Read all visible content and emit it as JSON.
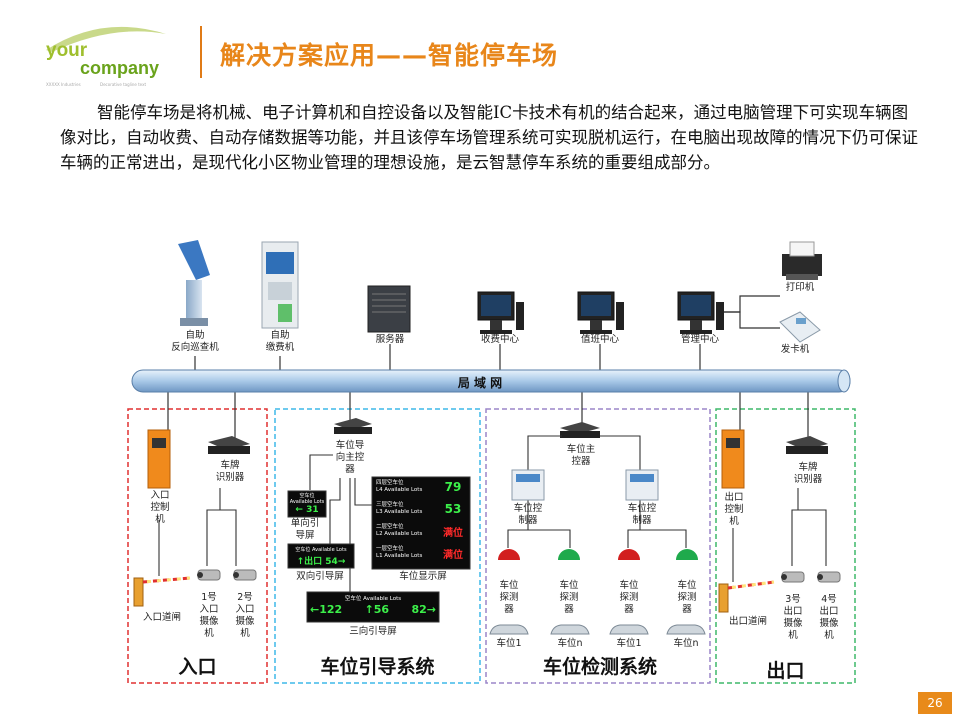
{
  "logo": {
    "word1": "your",
    "word2": "company",
    "small1": "XXXXX Industries",
    "small2": "Decorative tagline text"
  },
  "title": "解决方案应用——智能停车场",
  "paragraph": "智能停车场是将机械、电子计算机和自控设备以及智能IC卡技术有机的结合起来，通过电脑管理下可实现车辆图像对比，自动收费、自动存储数据等功能，并且该停车场管理系统可实现脱机运行，在电脑出现故障的情况下仍可保证车辆的正常进出，是现代化小区物业管理的理想设施，是云智慧停车系统的重要组成部分。",
  "network_label": "局 域 网",
  "devices_top": {
    "kiosk1": [
      "自助",
      "反向巡查机"
    ],
    "kiosk2": [
      "自助",
      "缴费机"
    ],
    "server": "服务器",
    "pc1": "收费中心",
    "pc2": "值班中心",
    "pc3": "管理中心",
    "printer": "打印机",
    "card_issuer": "发卡机"
  },
  "entry": {
    "section": "入口",
    "controller": [
      "入口",
      "控制",
      "机"
    ],
    "plate_reader": [
      "车牌",
      "识别器"
    ],
    "gate": "入口道闸",
    "cam1": [
      "1号",
      "入口",
      "摄像",
      "机"
    ],
    "cam2": [
      "2号",
      "入口",
      "摄像",
      "机"
    ]
  },
  "guide": {
    "section": "车位引导系统",
    "main_ctrl": [
      "车位导",
      "向主控",
      "器"
    ],
    "single_screen": [
      "单向引",
      "导屏"
    ],
    "single_sign": {
      "line1": "空车位",
      "line2": "Available Lots",
      "arrow": "←",
      "value": "31"
    },
    "double_screen": "双向引导屏",
    "double_sign": {
      "line1": "空车位 Available Lots",
      "exit": "↑出口",
      "value": "54→"
    },
    "display_screen": "车位显示屏",
    "display_rows": [
      {
        "cn": "四层空车位",
        "en": "L4 Available Lots",
        "val": "79"
      },
      {
        "cn": "三层空车位",
        "en": "L3 Available Lots",
        "val": "53"
      },
      {
        "cn": "二层空车位",
        "en": "L2 Available Lots",
        "val": "满位"
      },
      {
        "cn": "一层空车位",
        "en": "L1 Available Lots",
        "val": "满位"
      }
    ],
    "triple_screen": "三向引导屏",
    "triple_sign": {
      "line1": "空车位 Available Lots",
      "v1": "←122",
      "v2": "↑56",
      "v3": "82→"
    }
  },
  "detect": {
    "section": "车位检测系统",
    "main_ctrl": [
      "车位主",
      "控器"
    ],
    "sub_ctrl1": [
      "车位控",
      "制器"
    ],
    "sub_ctrl2": [
      "车位控",
      "制器"
    ],
    "detector": [
      "车位",
      "探测",
      "器"
    ],
    "cars": [
      "车位1",
      "车位n",
      "车位1",
      "车位n"
    ]
  },
  "exit": {
    "section": "出口",
    "controller": [
      "出口",
      "控制",
      "机"
    ],
    "plate_reader": [
      "车牌",
      "识别器"
    ],
    "gate": "出口道闸",
    "cam3": [
      "3号",
      "出口",
      "摄像",
      "机"
    ],
    "cam4": [
      "4号",
      "出口",
      "摄像",
      "机"
    ]
  },
  "page_number": "26",
  "colors": {
    "accent": "#e8861a",
    "entry_border": "#e03030",
    "guide_border": "#3fb8e8",
    "detect_border": "#9b85c9",
    "exit_border": "#3fb86a",
    "network": "#a9c9e8"
  }
}
